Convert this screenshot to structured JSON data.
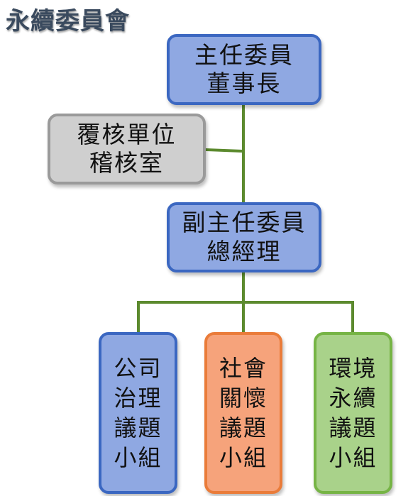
{
  "title": "永續委員會",
  "nodes": {
    "chair": {
      "line1": "主任委員",
      "line2": "董事長"
    },
    "audit": {
      "line1": "覆核單位",
      "line2": "稽核室"
    },
    "vice": {
      "line1": "副主任委員",
      "line2": "總經理"
    },
    "governance": {
      "lines": [
        "公司",
        "治理",
        "議題",
        "小組"
      ]
    },
    "social": {
      "lines": [
        "社會",
        "關懷",
        "議題",
        "小組"
      ]
    },
    "environment": {
      "lines": [
        "環境",
        "永續",
        "議題",
        "小組"
      ]
    }
  },
  "colors": {
    "connector": "#5c8a2e",
    "blue_fill": "#8fa8e2",
    "gray_fill": "#cfcfcf",
    "orange_fill": "#f6a37b",
    "green_fill": "#a9d28a"
  }
}
